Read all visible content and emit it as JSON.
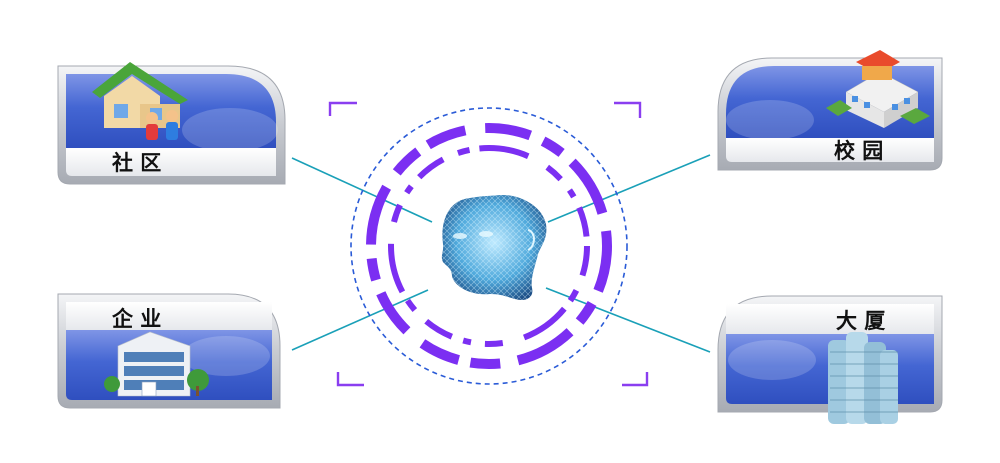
{
  "cards": [
    {
      "id": "community",
      "label": "社 区",
      "icon": "house-with-people-icon"
    },
    {
      "id": "campus",
      "label": "校 园",
      "icon": "school-building-icon"
    },
    {
      "id": "enterprise",
      "label": "企 业",
      "icon": "office-building-icon"
    },
    {
      "id": "tower",
      "label": "大 厦",
      "icon": "skyscraper-icon"
    }
  ],
  "center": {
    "icon": "face-scan-icon"
  },
  "colors": {
    "card_blue": "#3f5fc8",
    "card_frame": "#c9ccd2",
    "connector": "#1aa0b8",
    "ring_purple": "#7b2ff2",
    "ring_dash": "#2a5bd7",
    "corner_bracket": "#8a3ef0"
  }
}
